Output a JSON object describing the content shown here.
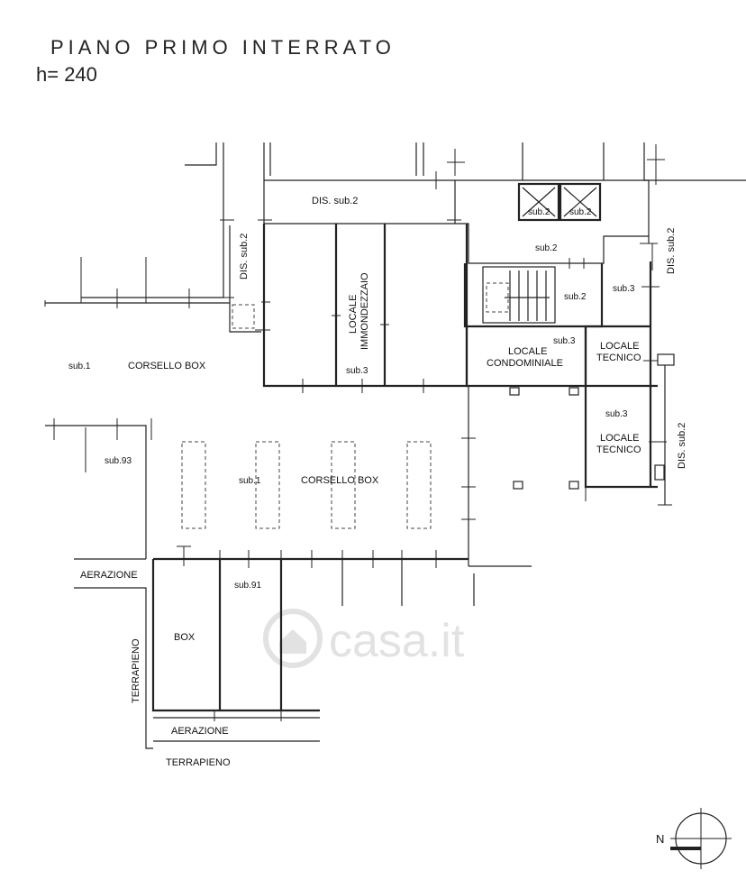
{
  "header": {
    "title": "PIANO  PRIMO INTERRATO",
    "height_label": "h= 240"
  },
  "labels": {
    "dis_sub2_top": "DIS. sub.2",
    "sub2_lift_a": "sub.2",
    "sub2_lift_b": "sub.2",
    "sub2_center": "sub.2",
    "sub2_stair": "sub.2",
    "dis_sub2_left": "DIS. sub.2",
    "dis_sub2_right_top": "DIS. sub.2",
    "dis_sub2_right_bottom": "DIS. sub.2",
    "sub3_top_right": "sub.3",
    "sub3_stair": "sub.3",
    "sub3_immondezzaio": "sub.3",
    "sub3_tecnico": "sub.3",
    "locale_immondezzaio_1": "LOCALE",
    "locale_immondezzaio_2": "IMMONDEZZAIO",
    "locale_condominiale_1": "LOCALE",
    "locale_condominiale_2": "CONDOMINIALE",
    "locale_tecnico_a_1": "LOCALE",
    "locale_tecnico_a_2": "TECNICO",
    "locale_tecnico_b_1": "LOCALE",
    "locale_tecnico_b_2": "TECNICO",
    "sub1_left": "sub.1",
    "corsello_left": "CORSELLO BOX",
    "sub93": "sub.93",
    "sub1_center": "sub.1",
    "corsello_center": "CORSELLO BOX",
    "aerazione_left": "AERAZIONE",
    "sub91": "sub.91",
    "box": "BOX",
    "terrapieno_vertical": "TERRAPIENO",
    "aerazione_bottom": "AERAZIONE",
    "terrapieno_bottom": "TERRAPIENO",
    "north": "N",
    "watermark": "casa.it"
  }
}
